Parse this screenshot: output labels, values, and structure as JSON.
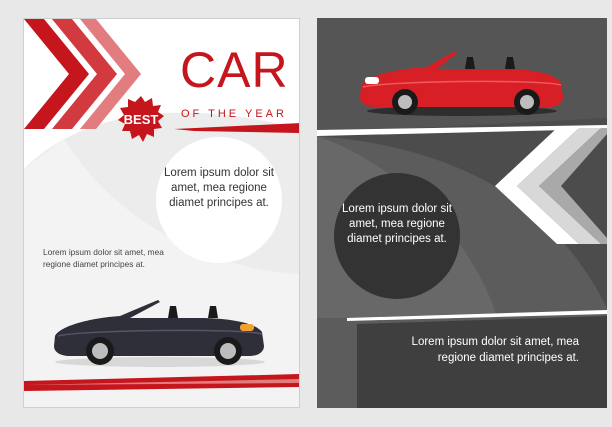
{
  "left_flyer": {
    "badge": "BEST",
    "title": "CAR",
    "subtitle": "OF THE YEAR",
    "circle_text": "Lorem ipsum dolor sit amet, mea regione diamet principes at.",
    "side_text": "Lorem ipsum dolor sit amet, mea regione diamet principes at.",
    "car_color": "#2f2f3a",
    "accent_color": "#c4161c"
  },
  "right_flyer": {
    "circle_text": "Lorem ipsum dolor sit amet, mea regione diamet principes at.",
    "bottom_text": "Lorem ipsum dolor sit amet, mea regione diamet principes at.",
    "car_color": "#d81f26",
    "background_color": "#4c4c4c"
  }
}
